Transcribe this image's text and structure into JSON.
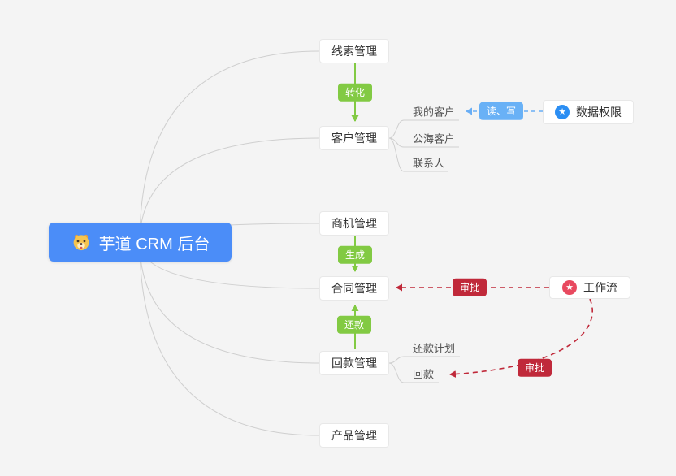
{
  "root": {
    "label": "芋道 CRM 后台",
    "color": "#4b8df8"
  },
  "nodes": [
    {
      "id": "lead",
      "label": "线索管理"
    },
    {
      "id": "customer",
      "label": "客户管理"
    },
    {
      "id": "business",
      "label": "商机管理"
    },
    {
      "id": "contract",
      "label": "合同管理"
    },
    {
      "id": "receivable",
      "label": "回款管理"
    },
    {
      "id": "product",
      "label": "产品管理"
    }
  ],
  "sub_items": {
    "customer": [
      "我的客户",
      "公海客户",
      "联系人"
    ],
    "receivable": [
      "还款计划",
      "回款"
    ]
  },
  "badges": {
    "convert": {
      "label": "转化",
      "color": "#82ca43"
    },
    "generate": {
      "label": "生成",
      "color": "#82ca43"
    },
    "repay": {
      "label": "还款",
      "color": "#82ca43"
    },
    "read_write": {
      "label": "读、写",
      "color": "#69b1f6"
    },
    "approve_contract": {
      "label": "审批",
      "color": "#c0293a"
    },
    "approve_receivable": {
      "label": "审批",
      "color": "#c0293a"
    }
  },
  "side_nodes": {
    "data_permission": {
      "label": "数据权限",
      "icon_color": "#2b8ef3"
    },
    "workflow": {
      "label": "工作流",
      "icon_color": "#e8495f"
    }
  },
  "icons": {
    "star": "★"
  },
  "edge_colors": {
    "gray": "#cfcfcf",
    "green": "#82ca43",
    "blue": "#69aef5",
    "red": "#c0293a"
  }
}
